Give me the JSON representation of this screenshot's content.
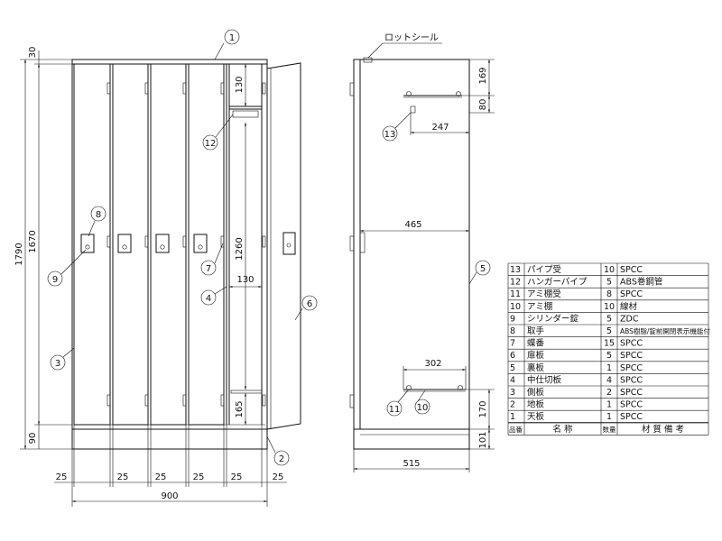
{
  "dimensions": {
    "height_total": "1790",
    "height_body": "1670",
    "top_gap": "30",
    "bottom_base": "90",
    "front_top_shelf": "130",
    "door_handle_height": "1260",
    "pipe_offset": "130",
    "bottom_hinge": "165",
    "gap_25": "25",
    "width_total": "900",
    "side_top": "169",
    "side_shelf_gap": "80",
    "shelf_depth_top": "247",
    "side_depth_inner": "465",
    "shelf_depth_bottom": "302",
    "side_bottom_shelf": "170",
    "side_base": "101",
    "depth_total": "515"
  },
  "labels": {
    "rot_seal": "ロットシール"
  },
  "balloons": {
    "b1": "1",
    "b2": "2",
    "b3": "3",
    "b4": "4",
    "b5": "5",
    "b6": "6",
    "b7": "7",
    "b8": "8",
    "b9": "9",
    "b10": "10",
    "b11": "11",
    "b12": "12",
    "b13": "13"
  },
  "parts_table": {
    "header": {
      "no": "品番",
      "name": "名 称",
      "qty": "数量",
      "material": "材 質 備 考"
    },
    "rows": [
      {
        "no": "13",
        "name": "パイプ受",
        "qty": "10",
        "material": "SPCC"
      },
      {
        "no": "12",
        "name": "ハンガーパイプ",
        "qty": "5",
        "material": "ABS巻鋼管"
      },
      {
        "no": "11",
        "name": "アミ棚受",
        "qty": "8",
        "material": "SPCC"
      },
      {
        "no": "10",
        "name": "アミ棚",
        "qty": "10",
        "material": "線材"
      },
      {
        "no": "9",
        "name": "シリンダー錠",
        "qty": "5",
        "material": "ZDC"
      },
      {
        "no": "8",
        "name": "取手",
        "qty": "5",
        "material": "ABS樹脂/錠前開閉表示機能付"
      },
      {
        "no": "7",
        "name": "蝶番",
        "qty": "15",
        "material": "SPCC"
      },
      {
        "no": "6",
        "name": "扉板",
        "qty": "5",
        "material": "SPCC"
      },
      {
        "no": "5",
        "name": "裏板",
        "qty": "1",
        "material": "SPCC"
      },
      {
        "no": "4",
        "name": "中仕切板",
        "qty": "4",
        "material": "SPCC"
      },
      {
        "no": "3",
        "name": "側板",
        "qty": "2",
        "material": "SPCC"
      },
      {
        "no": "2",
        "name": "地板",
        "qty": "1",
        "material": "SPCC"
      },
      {
        "no": "1",
        "name": "天板",
        "qty": "1",
        "material": "SPCC"
      }
    ]
  }
}
